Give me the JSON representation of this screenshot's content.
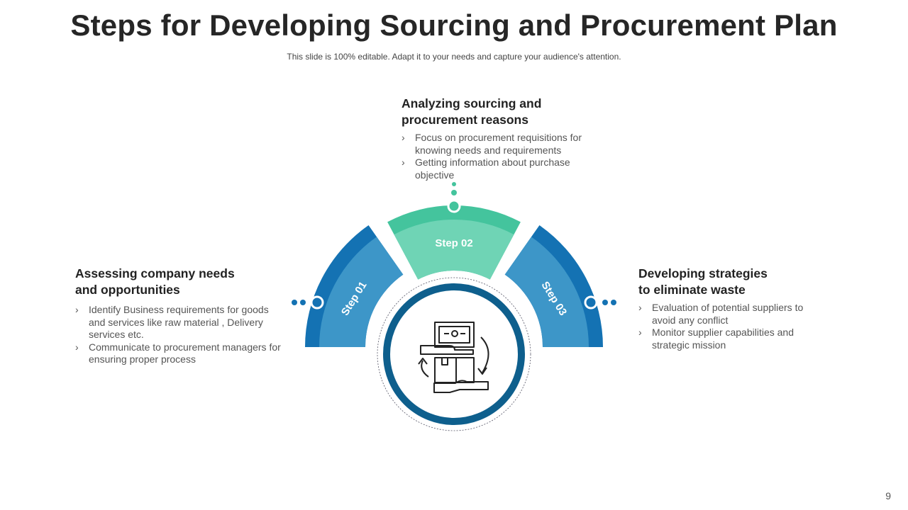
{
  "title": "Steps for Developing Sourcing and Procurement Plan",
  "subtitle": "This slide is 100% editable. Adapt it to your needs and capture your audience's attention.",
  "steps": [
    {
      "label": "Step 01",
      "heading_line1": "Assessing company needs",
      "heading_line2": "and opportunities",
      "bullets": [
        "Identify Business requirements for goods and services like raw material , Delivery services etc.",
        "Communicate to procurement managers for ensuring proper process"
      ]
    },
    {
      "label": "Step 02",
      "heading_line1": "Analyzing sourcing and",
      "heading_line2": "procurement reasons",
      "bullets": [
        "Focus on procurement requisitions for knowing needs and requirements",
        "Getting information about purchase objective"
      ]
    },
    {
      "label": "Step 03",
      "heading_line1": "Developing strategies",
      "heading_line2": "to eliminate waste",
      "bullets": [
        "Evaluation of potential suppliers to avoid any conflict",
        "Monitor supplier capabilities and strategic mission"
      ]
    }
  ],
  "center_icon": "procurement-exchange-icon",
  "page_number": "9",
  "colors": {
    "blue_dark": "#1472b3",
    "blue_light": "#3d96c8",
    "green_dark": "#44c49d",
    "green_light": "#6fd4b5",
    "ring": "#0e5f8d"
  }
}
